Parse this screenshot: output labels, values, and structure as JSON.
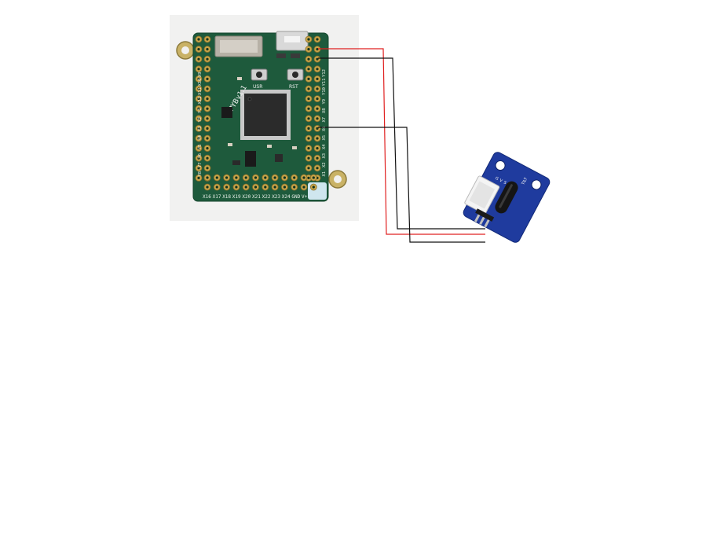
{
  "board": {
    "name_label": "PYBv1.1",
    "usr_label": "USR",
    "rst_label": "RST",
    "bottom_pin_labels": [
      "X16",
      "X17",
      "X18",
      "X19",
      "X20",
      "X21",
      "X22",
      "X23",
      "X24",
      "GND",
      "V+"
    ],
    "right_pin_labels": [
      "Y12",
      "Y11",
      "Y10",
      "Y9",
      "X8",
      "X7",
      "X6",
      "X5",
      "X4",
      "X3",
      "X2",
      "X1"
    ],
    "left_pin_labels": [
      "X9",
      "X10",
      "X11",
      "X12",
      "Y1",
      "Y2",
      "Y3",
      "Y4",
      "Y5",
      "Y6",
      "Y7",
      "Y8"
    ],
    "pcb_color": "#1e5a3c",
    "pad_color": "#c9a64a"
  },
  "sensor": {
    "title_label": "TILT",
    "pin_labels": [
      "G",
      "V",
      "S"
    ],
    "pcb_color": "#1f3b9e"
  },
  "wires": {
    "colors": [
      "#e02020",
      "#111111"
    ]
  }
}
